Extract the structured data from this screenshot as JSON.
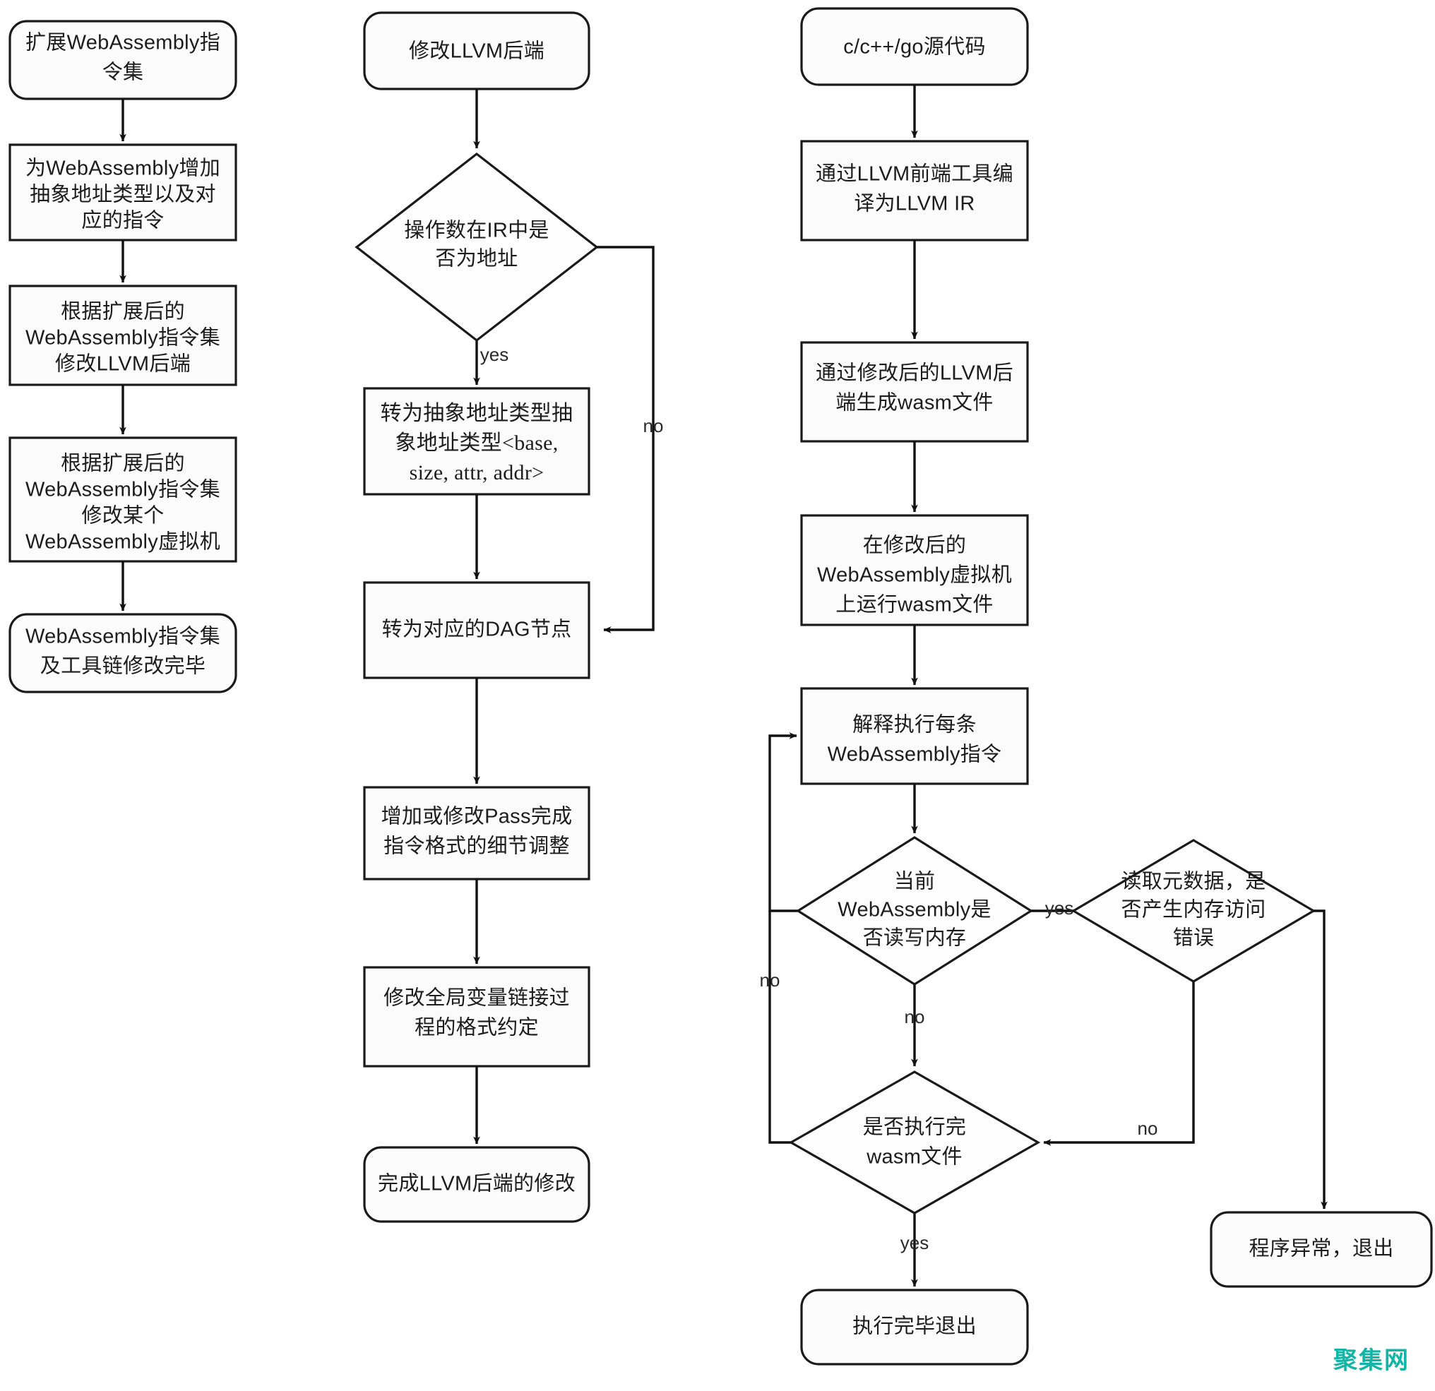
{
  "diagram": {
    "title": "WebAssembly 指令集扩展与 LLVM 后端修改流程图",
    "watermark": "聚集网",
    "accent_color": "#13b5a6",
    "stroke_color": "#1a1a1a",
    "fill_color": "#fbfbfb"
  },
  "chart_data": {
    "type": "diagram",
    "subtype": "flowchart",
    "columns": 3,
    "nodes": [
      {
        "id": "c1n1",
        "column": 1,
        "shape": "terminator",
        "lines": [
          "扩展WebAssembly指",
          "令集"
        ]
      },
      {
        "id": "c1n2",
        "column": 1,
        "shape": "process",
        "lines": [
          "为WebAssembly增加",
          "抽象地址类型以及对",
          "应的指令"
        ]
      },
      {
        "id": "c1n3",
        "column": 1,
        "shape": "process",
        "lines": [
          "根据扩展后的",
          "WebAssembly指令集",
          "修改LLVM后端"
        ]
      },
      {
        "id": "c1n4",
        "column": 1,
        "shape": "process",
        "lines": [
          "根据扩展后的",
          "WebAssembly指令集",
          "修改某个",
          "WebAssembly虚拟机"
        ]
      },
      {
        "id": "c1n5",
        "column": 1,
        "shape": "terminator",
        "lines": [
          "WebAssembly指令集",
          "及工具链修改完毕"
        ]
      },
      {
        "id": "c2n1",
        "column": 2,
        "shape": "terminator",
        "lines": [
          "修改LLVM后端"
        ]
      },
      {
        "id": "c2d1",
        "column": 2,
        "shape": "decision",
        "lines": [
          "操作数在IR中是",
          "否为地址"
        ]
      },
      {
        "id": "c2n2",
        "column": 2,
        "shape": "process",
        "serif": true,
        "lines": [
          "转为抽象地址类型抽",
          "象地址类型<base,",
          "size, attr, addr>"
        ]
      },
      {
        "id": "c2n3",
        "column": 2,
        "shape": "process",
        "lines": [
          "转为对应的DAG节点"
        ]
      },
      {
        "id": "c2n4",
        "column": 2,
        "shape": "process",
        "lines": [
          "增加或修改Pass完成",
          "指令格式的细节调整"
        ]
      },
      {
        "id": "c2n5",
        "column": 2,
        "shape": "process",
        "lines": [
          "修改全局变量链接过",
          "程的格式约定"
        ]
      },
      {
        "id": "c2n6",
        "column": 2,
        "shape": "terminator",
        "lines": [
          "完成LLVM后端的修改"
        ]
      },
      {
        "id": "c3n1",
        "column": 3,
        "shape": "terminator",
        "lines": [
          "c/c++/go源代码"
        ]
      },
      {
        "id": "c3n2",
        "column": 3,
        "shape": "process",
        "lines": [
          "通过LLVM前端工具编",
          "译为LLVM IR"
        ]
      },
      {
        "id": "c3n3",
        "column": 3,
        "shape": "process",
        "lines": [
          "通过修改后的LLVM后",
          "端生成wasm文件"
        ]
      },
      {
        "id": "c3n4",
        "column": 3,
        "shape": "process",
        "lines": [
          "在修改后的",
          "WebAssembly虚拟机",
          "上运行wasm文件"
        ]
      },
      {
        "id": "c3n5",
        "column": 3,
        "shape": "process",
        "lines": [
          "解释执行每条",
          "WebAssembly指令"
        ]
      },
      {
        "id": "c3d1",
        "column": 3,
        "shape": "decision",
        "lines": [
          "当前",
          "WebAssembly是",
          "否读写内存"
        ]
      },
      {
        "id": "c3d2",
        "column": 3,
        "shape": "decision",
        "lines": [
          "读取元数据，是",
          "否产生内存访问",
          "错误"
        ]
      },
      {
        "id": "c3d3",
        "column": 3,
        "shape": "decision",
        "lines": [
          "是否执行完",
          "wasm文件"
        ]
      },
      {
        "id": "c3n6",
        "column": 3,
        "shape": "terminator",
        "lines": [
          "执行完毕退出"
        ]
      },
      {
        "id": "c3n7",
        "column": 3,
        "shape": "terminator",
        "lines": [
          "程序异常，退出"
        ]
      }
    ],
    "edges": [
      {
        "from": "c1n1",
        "to": "c1n2",
        "label": ""
      },
      {
        "from": "c1n2",
        "to": "c1n3",
        "label": ""
      },
      {
        "from": "c1n3",
        "to": "c1n4",
        "label": ""
      },
      {
        "from": "c1n4",
        "to": "c1n5",
        "label": ""
      },
      {
        "from": "c2n1",
        "to": "c2d1",
        "label": ""
      },
      {
        "from": "c2d1",
        "to": "c2n2",
        "label": "yes"
      },
      {
        "from": "c2d1",
        "to": "c2n3",
        "label": "no"
      },
      {
        "from": "c2n2",
        "to": "c2n3",
        "label": ""
      },
      {
        "from": "c2n3",
        "to": "c2n4",
        "label": ""
      },
      {
        "from": "c2n4",
        "to": "c2n5",
        "label": ""
      },
      {
        "from": "c2n5",
        "to": "c2n6",
        "label": ""
      },
      {
        "from": "c3n1",
        "to": "c3n2",
        "label": ""
      },
      {
        "from": "c3n2",
        "to": "c3n3",
        "label": ""
      },
      {
        "from": "c3n3",
        "to": "c3n4",
        "label": ""
      },
      {
        "from": "c3n4",
        "to": "c3n5",
        "label": ""
      },
      {
        "from": "c3n5",
        "to": "c3d1",
        "label": ""
      },
      {
        "from": "c3d1",
        "to": "c3d2",
        "label": "yes"
      },
      {
        "from": "c3d1",
        "to": "c3d3",
        "label": "no"
      },
      {
        "from": "c3d2",
        "to": "c3d3",
        "label": "no"
      },
      {
        "from": "c3d2",
        "to": "c3n7",
        "label": ""
      },
      {
        "from": "c3d3",
        "to": "c3n6",
        "label": "yes"
      },
      {
        "from": "c3d3",
        "to": "c3n5",
        "label": "no"
      }
    ],
    "edge_labels": {
      "c2_yes": "yes",
      "c2_no": "no",
      "c3_mem_yes": "yes",
      "c3_mem_no": "no",
      "c3_err_no": "no",
      "c3_done_yes": "yes"
    }
  },
  "nodes_text": {
    "c1n1_l1": "扩展WebAssembly指",
    "c1n1_l2": "令集",
    "c1n2_l1": "为WebAssembly增加",
    "c1n2_l2": "抽象地址类型以及对",
    "c1n2_l3": "应的指令",
    "c1n3_l1": "根据扩展后的",
    "c1n3_l2": "WebAssembly指令集",
    "c1n3_l3": "修改LLVM后端",
    "c1n4_l1": "根据扩展后的",
    "c1n4_l2": "WebAssembly指令集",
    "c1n4_l3": "修改某个",
    "c1n4_l4": "WebAssembly虚拟机",
    "c1n5_l1": "WebAssembly指令集",
    "c1n5_l2": "及工具链修改完毕",
    "c2n1_l1": "修改LLVM后端",
    "c2d1_l1": "操作数在IR中是",
    "c2d1_l2": "否为地址",
    "c2n2_l1": "转为抽象地址类型抽",
    "c2n2_l2": "象地址类型<base,",
    "c2n2_l3": "size, attr, addr>",
    "c2n3_l1": "转为对应的DAG节点",
    "c2n4_l1": "增加或修改Pass完成",
    "c2n4_l2": "指令格式的细节调整",
    "c2n5_l1": "修改全局变量链接过",
    "c2n5_l2": "程的格式约定",
    "c2n6_l1": "完成LLVM后端的修改",
    "c3n1_l1": "c/c++/go源代码",
    "c3n2_l1": "通过LLVM前端工具编",
    "c3n2_l2": "译为LLVM IR",
    "c3n3_l1": "通过修改后的LLVM后",
    "c3n3_l2": "端生成wasm文件",
    "c3n4_l1": "在修改后的",
    "c3n4_l2": "WebAssembly虚拟机",
    "c3n4_l3": "上运行wasm文件",
    "c3n5_l1": "解释执行每条",
    "c3n5_l2": "WebAssembly指令",
    "c3d1_l1": "当前",
    "c3d1_l2": "WebAssembly是",
    "c3d1_l3": "否读写内存",
    "c3d2_l1": "读取元数据，是",
    "c3d2_l2": "否产生内存访问",
    "c3d2_l3": "错误",
    "c3d3_l1": "是否执行完",
    "c3d3_l2": "wasm文件",
    "c3n6_l1": "执行完毕退出",
    "c3n7_l1": "程序异常，退出"
  },
  "labels": {
    "yes1": "yes",
    "no1": "no",
    "yes2": "yes",
    "no2": "no",
    "no3": "no",
    "yes3": "yes"
  }
}
